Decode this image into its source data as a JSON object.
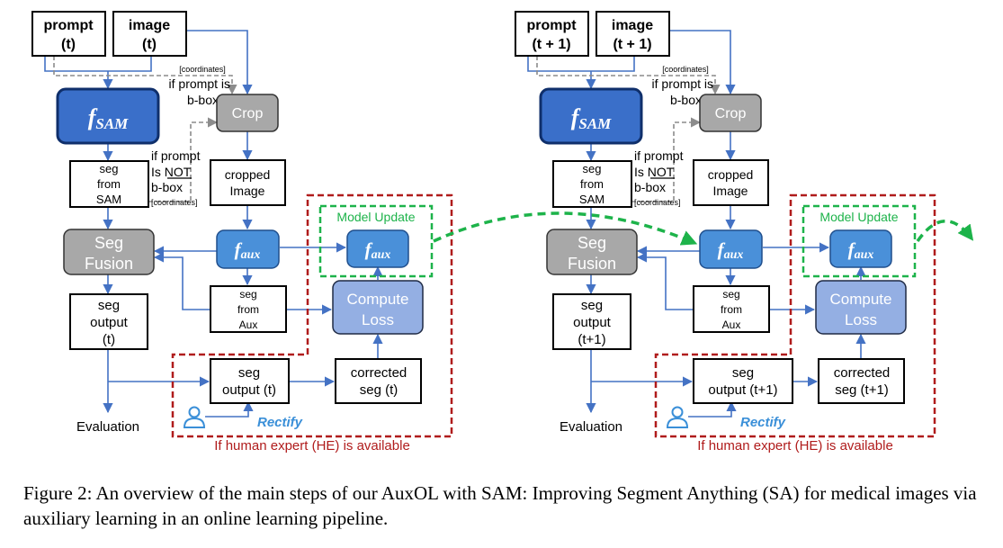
{
  "colors": {
    "dark_blue": "#3a6fc9",
    "mid_blue": "#4a90d9",
    "light_blue": "#94afe3",
    "gray": "#a8a8a8",
    "red": "#b01c1c",
    "green": "#1db34a",
    "arrow_blue": "#4472c4",
    "rectify_blue": "#3a8fd8"
  },
  "panels": [
    {
      "prompt": [
        "prompt",
        "(t)"
      ],
      "image": [
        "image",
        "(t)"
      ],
      "coordinates_top": "[coordinates]",
      "if_bbox": [
        "if prompt is",
        "b-box"
      ],
      "fsam": "f",
      "fsam_sub": "SAM",
      "crop": "Crop",
      "if_not_bbox": [
        "if prompt",
        "Is NOT",
        "b-box"
      ],
      "coordinates_bottom": "[coordinates]",
      "seg_sam": [
        "seg",
        "from",
        "SAM"
      ],
      "cropped": [
        "cropped",
        "Image"
      ],
      "seg_fusion": [
        "Seg",
        "Fusion"
      ],
      "faux": "f",
      "faux_sub": "aux",
      "model_update": "Model Update",
      "faux2": "f",
      "faux2_sub": "aux",
      "seg_aux": [
        "seg",
        "from",
        "Aux"
      ],
      "compute_loss": [
        "Compute",
        "Loss"
      ],
      "seg_output": [
        "seg",
        "output",
        "(t)"
      ],
      "seg_output_he": [
        "seg",
        "output (t)"
      ],
      "corrected": [
        "corrected",
        "seg (t)"
      ],
      "evaluation": "Evaluation",
      "rectify": "Rectify",
      "he_label": "If human expert (HE) is available"
    },
    {
      "prompt": [
        "prompt",
        "(t + 1)"
      ],
      "image": [
        "image",
        "(t + 1)"
      ],
      "coordinates_top": "[coordinates]",
      "if_bbox": [
        "if prompt is",
        "b-box"
      ],
      "fsam": "f",
      "fsam_sub": "SAM",
      "crop": "Crop",
      "if_not_bbox": [
        "if prompt",
        "Is NOT",
        "b-box"
      ],
      "coordinates_bottom": "[coordinates]",
      "seg_sam": [
        "seg",
        "from",
        "SAM"
      ],
      "cropped": [
        "cropped",
        "Image"
      ],
      "seg_fusion": [
        "Seg",
        "Fusion"
      ],
      "faux": "f",
      "faux_sub": "aux",
      "model_update": "Model Update",
      "faux2": "f",
      "faux2_sub": "aux",
      "seg_aux": [
        "seg",
        "from",
        "Aux"
      ],
      "compute_loss": [
        "Compute",
        "Loss"
      ],
      "seg_output": [
        "seg",
        "output",
        "(t+1)"
      ],
      "seg_output_he": [
        "seg",
        "output (t+1)"
      ],
      "corrected": [
        "corrected",
        "seg (t+1)"
      ],
      "evaluation": "Evaluation",
      "rectify": "Rectify",
      "he_label": "If human expert (HE) is available"
    }
  ],
  "caption": {
    "label": "Figure 2:",
    "text": "An overview of the main steps of our AuxOL with SAM: Improving Segment Anything (SA) for medical images via auxiliary learning in an online learning pipeline."
  }
}
